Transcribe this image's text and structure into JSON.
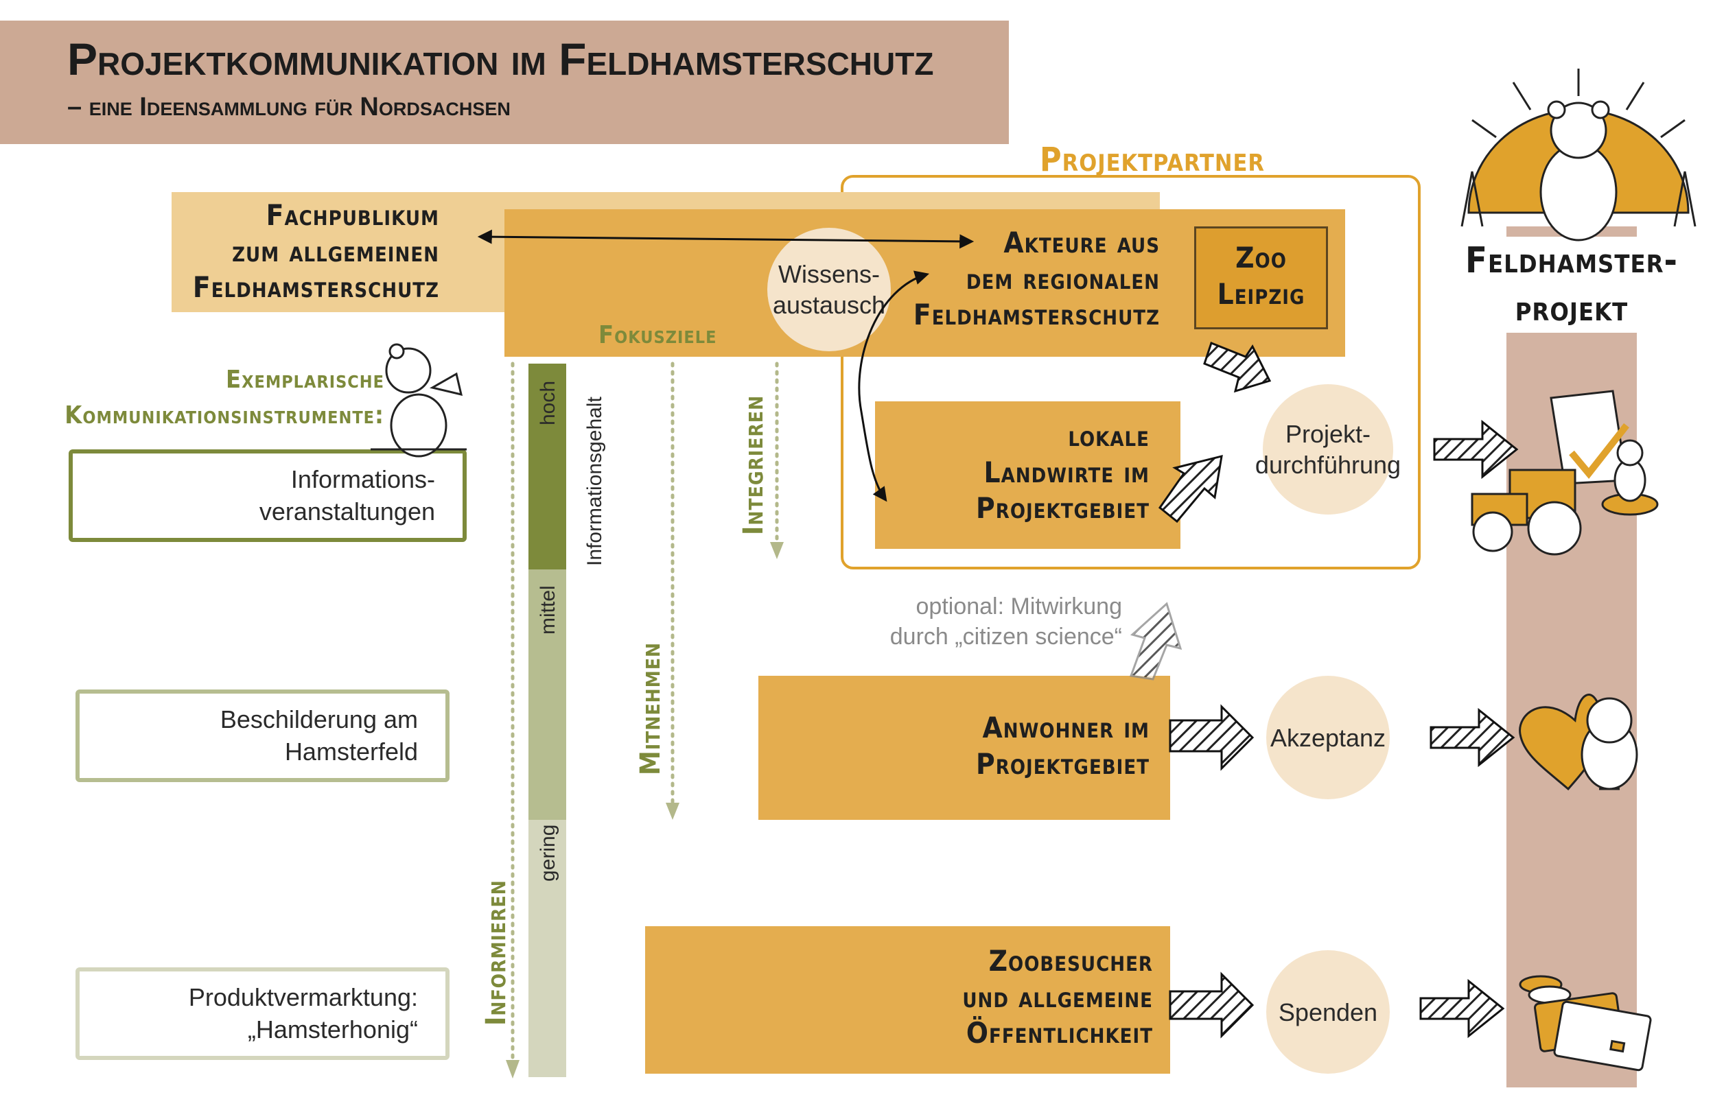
{
  "title": "Projektkommunikation im Feldhamsterschutz",
  "subtitle": "– eine Ideensammlung für Nordsachsen",
  "partner_label": "Projektpartner",
  "project_label": "Feldhamster-\nprojekt",
  "stakeholders": {
    "fachpublikum": "Fachpublikum\nzum allgemeinen\nFeldhamsterschutz",
    "akteure": "Akteure aus\ndem regionalen\nFeldhamsterschutz",
    "zoo": "Zoo\nLeipzig",
    "landwirte": "lokale\nLandwirte im\nProjektgebiet",
    "anwohner": "Anwohner im\nProjektgebiet",
    "zoobesucher": "Zoobesucher\nund allgemeine\nÖffentlichkeit"
  },
  "circles": {
    "wissensaustausch": "Wissens-\naustausch",
    "projektdurchfuehrung": "Projekt-\ndurchführung",
    "akzeptanz": "Akzeptanz",
    "spenden": "Spenden"
  },
  "focus_label": "Fokusziele",
  "instruments_label": "Exemplarische\nKommunikationsinstrumente:",
  "instruments": [
    "Informations-\nveranstaltungen",
    "Beschilderung am\nHamsterfeld",
    "Produktvermarktung:\n„Hamsterhonig“"
  ],
  "info_axis": {
    "label": "Informationsgehalt",
    "levels": [
      "hoch",
      "mittel",
      "gering"
    ]
  },
  "goals": [
    "Informieren",
    "Mitnehmen",
    "Integrieren"
  ],
  "optional_note": "optional: Mitwirkung\ndurch „citizen science“",
  "colors": {
    "banner": "#cca994",
    "orange_light": "#efcf94",
    "orange": "#e4ad4f",
    "orange_dark": "#dd9e2f",
    "circle": "#f5e4cb",
    "olive": "#7d8a3b",
    "project_bar": "#d3b3a2"
  }
}
